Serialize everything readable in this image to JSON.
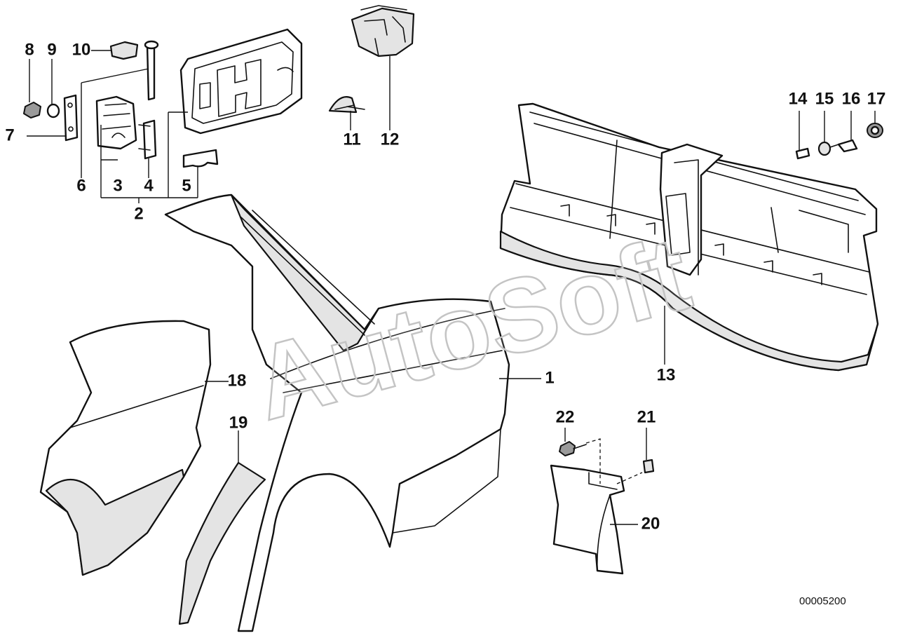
{
  "watermark": "AutoSoft",
  "reference_number": "00005200",
  "callouts": [
    "1",
    "2",
    "3",
    "4",
    "5",
    "6",
    "7",
    "8",
    "9",
    "10",
    "11",
    "12",
    "13",
    "14",
    "15",
    "16",
    "17",
    "18",
    "19",
    "20",
    "21",
    "22"
  ]
}
